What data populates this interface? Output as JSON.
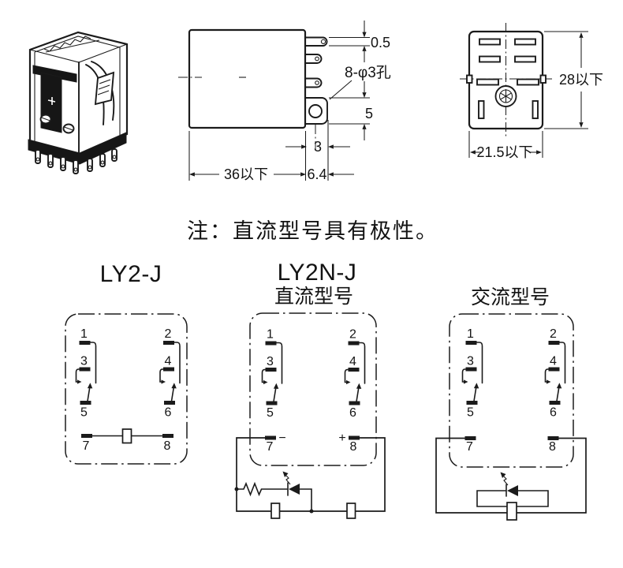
{
  "colors": {
    "ink": "#1b1b1b",
    "paper": "#ffffff"
  },
  "note": "注：直流型号具有极性。",
  "side_view": {
    "pin_thickness": "0.5",
    "holes_label": "8-φ3孔",
    "tab_height": "5",
    "hole_offset": "3",
    "body_width": "36以下",
    "pin_length": "6.4"
  },
  "bottom_view": {
    "height": "28以下",
    "width": "21.5以下"
  },
  "circuits": [
    {
      "title": "LY2-J",
      "subtitle": "",
      "pins": [
        "1",
        "2",
        "3",
        "4",
        "5",
        "6",
        "7",
        "8"
      ]
    },
    {
      "title": "LY2N-J",
      "subtitle": "直流型号",
      "minus": "−",
      "plus": "+",
      "pins": [
        "1",
        "2",
        "3",
        "4",
        "5",
        "6",
        "7",
        "8"
      ]
    },
    {
      "title": "",
      "subtitle": "交流型号",
      "pins": [
        "1",
        "2",
        "3",
        "4",
        "5",
        "6",
        "7",
        "8"
      ]
    }
  ]
}
